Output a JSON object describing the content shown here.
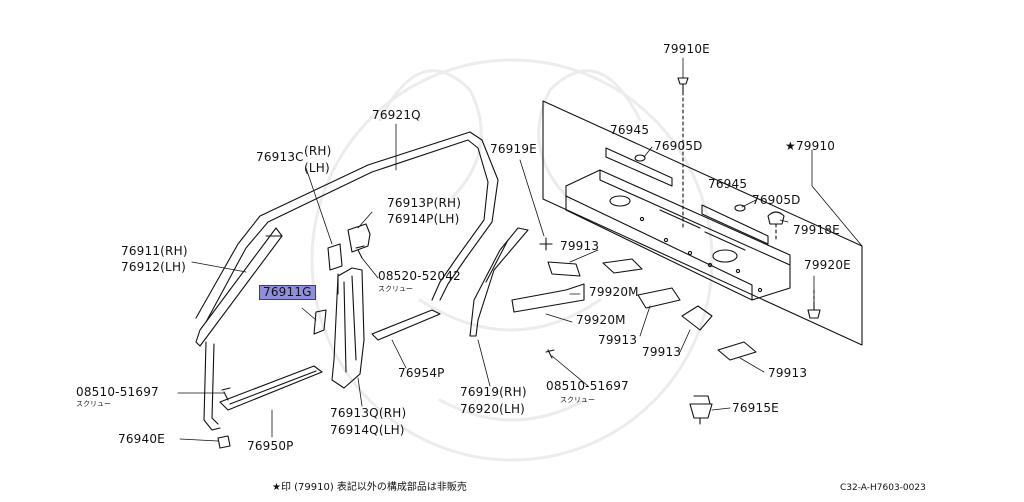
{
  "labels": {
    "p79910E": "79910E",
    "p76921Q": "76921Q",
    "p76919E": "76919E",
    "p76913C": "76913C",
    "p76913C_rh": "(RH)",
    "p76913C_lh": "(LH)",
    "p76913P": "76913P(RH)",
    "p76914P": "76914P(LH)",
    "p76911": "76911(RH)",
    "p76912": "76912(LH)",
    "p08520": "08520-52042",
    "screw1": "スクリュー",
    "p76911G": "76911G",
    "p76945a": "76945",
    "p76905Da": "76905D",
    "p79910": "★79910",
    "p76945b": "76945",
    "p76905Db": "76905D",
    "p79918E": "79918E",
    "p79913a": "79913",
    "p79920Ea": "79920E",
    "p79920Ma": "79920M",
    "p79920Mb": "79920M",
    "p79913b": "79913",
    "p79913c": "79913",
    "p79913d": "79913",
    "p76954P": "76954P",
    "p08510a": "08510-51697",
    "screw2": "スクリュー",
    "p76913Q": "76913Q(RH)",
    "p76914Q": "76914Q(LH)",
    "p76919": "76919(RH)",
    "p76920": "76920(LH)",
    "p08510b": "08510-51697",
    "screw3": "スクリュー",
    "p76915E": "76915E",
    "p76940E": "76940E",
    "p76950P": "76950P"
  },
  "footer_note": "★印 (79910) 表記以外の構成部品は非販売",
  "ref_code": "C32-A-H7603-0023",
  "highlight_color": "#8f8fd9"
}
